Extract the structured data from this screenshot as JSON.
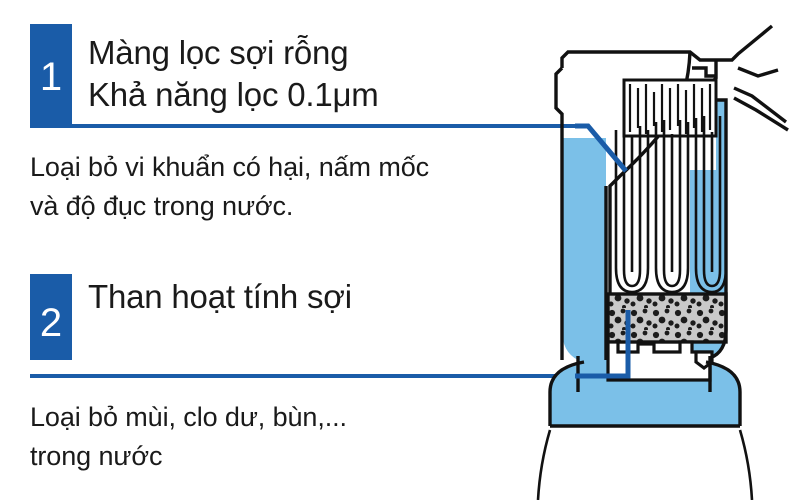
{
  "document": {
    "type": "water-purifier-filtration-diagram",
    "language": "vi"
  },
  "features": [
    {
      "number": "1",
      "headline_lines": [
        "Màng lọc sợi rỗng",
        "Khả năng lọc 0.1μm"
      ],
      "description_lines": [
        "Loại bỏ vi khuẩn có hại, nấm mốc",
        "và độ đục trong nước."
      ]
    },
    {
      "number": "2",
      "headline_lines": [
        "Than hoạt tính sợi"
      ],
      "description_lines": [
        "Loại bỏ mùi, clo dư, bùn,...",
        "trong nước"
      ]
    }
  ],
  "diagram": {
    "label": "Cross-section of water purifier cartridge",
    "parts": [
      {
        "name": "hollow-fiber-membrane-bundle",
        "callout": "1"
      },
      {
        "name": "fibrous-activated-carbon-block",
        "callout": "2"
      },
      {
        "name": "water-body",
        "callout": ""
      },
      {
        "name": "outlet-nozzle",
        "callout": ""
      },
      {
        "name": "base-reservoir",
        "callout": ""
      }
    ]
  },
  "colors": {
    "brand_blue": "#1a5ca8",
    "water_blue": "#7bc0e8",
    "carbon_gray": "#c9c9c9",
    "outline_black": "#111111",
    "text_black": "#1a1a1a",
    "background": "#ffffff"
  }
}
